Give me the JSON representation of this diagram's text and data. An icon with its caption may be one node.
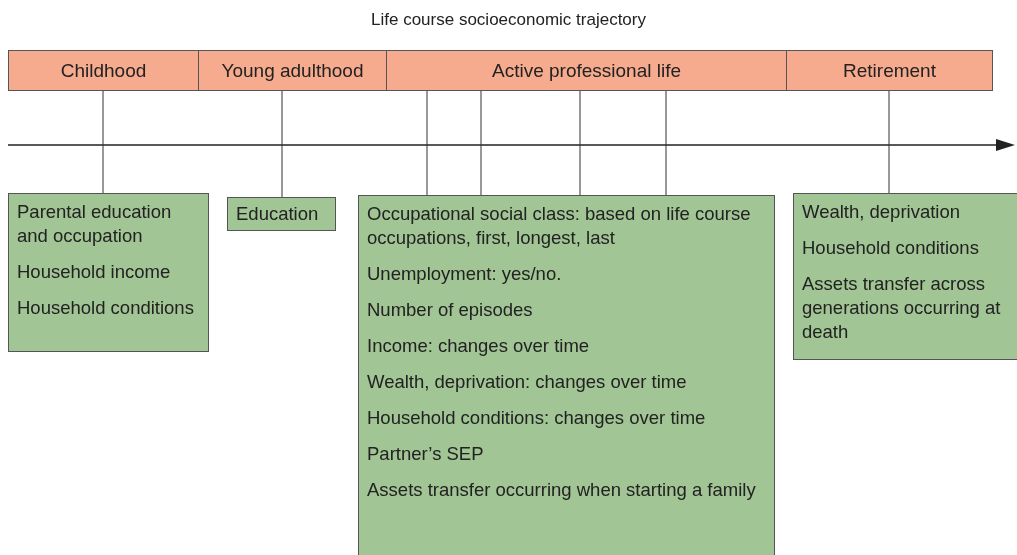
{
  "diagram": {
    "title": "Life course socioeconomic trajectory",
    "nodes": [
      {
        "text": [
          "Childhood"
        ]
      },
      {
        "text": [
          "Young adulthood"
        ]
      },
      {
        "text": [
          "Active professional life"
        ]
      },
      {
        "text": [
          "Retirement"
        ]
      },
      {
        "text": [
          "Parental education and occupation",
          "Household income",
          "Household conditions"
        ]
      },
      {
        "text": [
          "Education"
        ]
      },
      {
        "text": [
          "Occupational social class: based on life course occupations, first, longest, last",
          "Unemployment: yes/no.",
          "Number of episodes",
          "Income: changes over time",
          "Wealth, deprivation: changes over time",
          "Household conditions: changes over time",
          "Partner’s SEP",
          "Assets transfer occurring when starting a family"
        ]
      },
      {
        "text": [
          "Wealth, deprivation",
          "Household conditions",
          "Assets transfer across generations occurring at death"
        ]
      }
    ],
    "edges": [
      {
        "from": 0,
        "to": 4,
        "arrow": "none"
      },
      {
        "from": 1,
        "to": 5,
        "arrow": "none"
      },
      {
        "from": 2,
        "to": 6,
        "arrow": "none"
      },
      {
        "from": 2,
        "to": 6,
        "arrow": "none"
      },
      {
        "from": 2,
        "to": 6,
        "arrow": "none"
      },
      {
        "from": 2,
        "to": 6,
        "arrow": "none"
      },
      {
        "from": 3,
        "to": 7,
        "arrow": "none"
      }
    ]
  }
}
